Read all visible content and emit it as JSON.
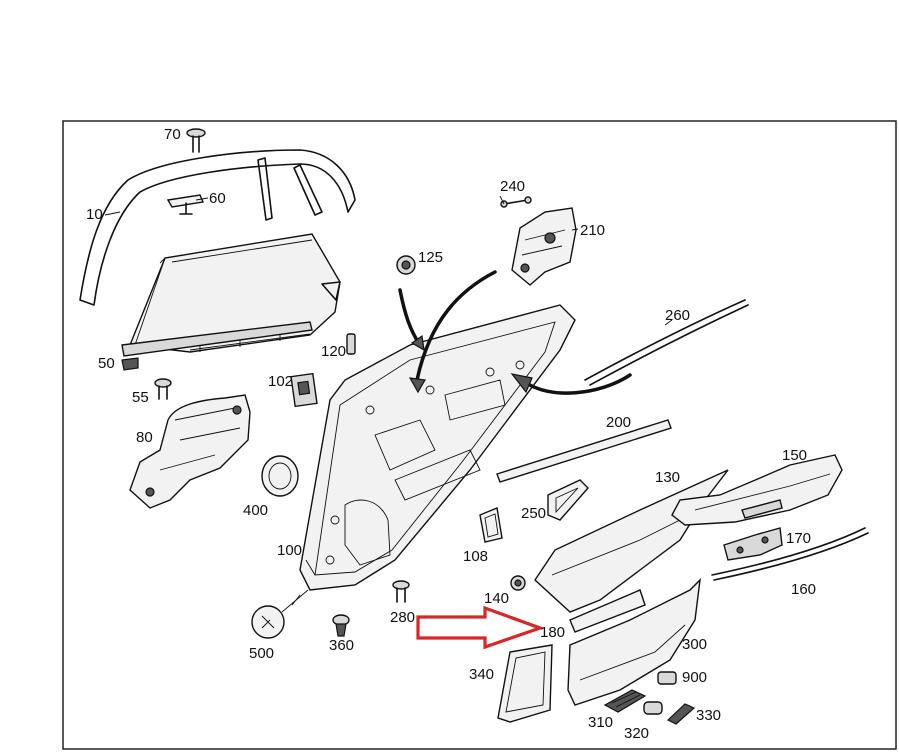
{
  "callouts": {
    "c10": "10",
    "c70": "70",
    "c60": "60",
    "c50": "50",
    "c55": "55",
    "c80": "80",
    "c102": "102",
    "c120": "120",
    "c125": "125",
    "c240": "240",
    "c210": "210",
    "c260": "260",
    "c200": "200",
    "c150": "150",
    "c130": "130",
    "c250": "250",
    "c108": "108",
    "c170": "170",
    "c160": "160",
    "c400": "400",
    "c100": "100",
    "c500": "500",
    "c360": "360",
    "c280": "280",
    "c140": "140",
    "c180": "180",
    "c300": "300",
    "c340": "340",
    "c900": "900",
    "c310": "310",
    "c320": "320",
    "c330": "330"
  },
  "highlight": {
    "arrow_color": "#d62828",
    "points_to": "180"
  },
  "colors": {
    "line": "#111111",
    "frame": "#222222",
    "background": "#ffffff"
  }
}
